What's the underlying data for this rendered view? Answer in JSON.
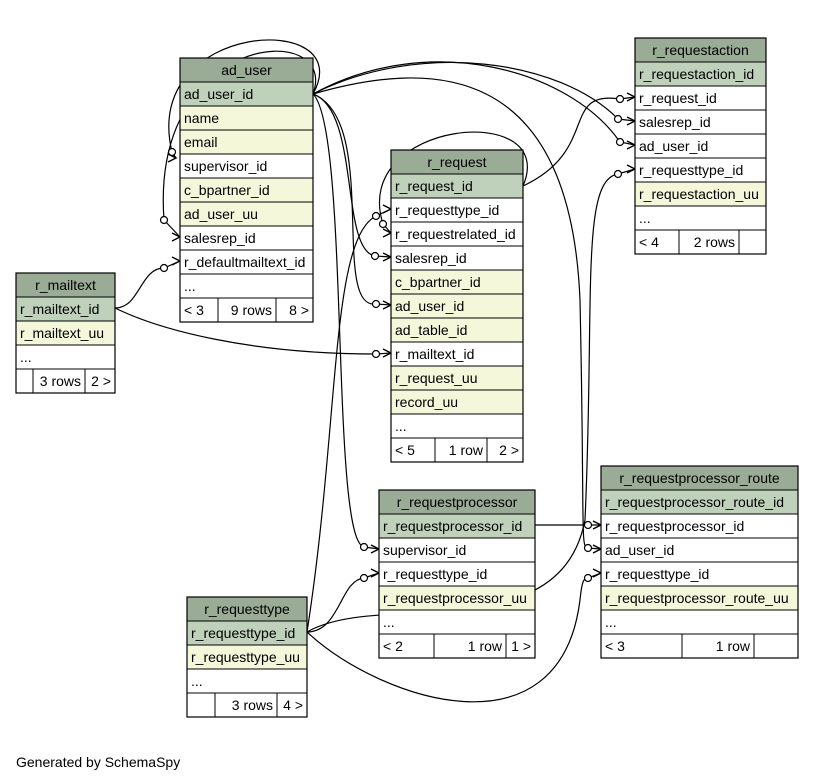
{
  "colors": {
    "header": "#9aab96",
    "pk": "#bfd1bb",
    "indexed": "#f4f7da",
    "plain": "#ffffff",
    "border": "#000000"
  },
  "footer": "Generated by SchemaSpy",
  "tables": [
    {
      "id": "ad_user",
      "name": "ad_user",
      "columns": [
        {
          "name": "ad_user_id",
          "kind": "pk"
        },
        {
          "name": "name",
          "kind": "indexed"
        },
        {
          "name": "email",
          "kind": "indexed"
        },
        {
          "name": "supervisor_id",
          "kind": "plain"
        },
        {
          "name": "c_bpartner_id",
          "kind": "indexed"
        },
        {
          "name": "ad_user_uu",
          "kind": "indexed"
        },
        {
          "name": "salesrep_id",
          "kind": "plain"
        },
        {
          "name": "r_defaultmailtext_id",
          "kind": "plain"
        },
        {
          "name": "...",
          "kind": "plain"
        }
      ],
      "footer": [
        "< 3",
        "9 rows",
        "8 >"
      ]
    },
    {
      "id": "r_requestaction",
      "name": "r_requestaction",
      "columns": [
        {
          "name": "r_requestaction_id",
          "kind": "pk"
        },
        {
          "name": "r_request_id",
          "kind": "plain"
        },
        {
          "name": "salesrep_id",
          "kind": "plain"
        },
        {
          "name": "ad_user_id",
          "kind": "plain"
        },
        {
          "name": "r_requesttype_id",
          "kind": "plain"
        },
        {
          "name": "r_requestaction_uu",
          "kind": "indexed"
        },
        {
          "name": "...",
          "kind": "plain"
        }
      ],
      "footer": [
        "< 4",
        "2 rows",
        ""
      ]
    },
    {
      "id": "r_request",
      "name": "r_request",
      "columns": [
        {
          "name": "r_request_id",
          "kind": "pk"
        },
        {
          "name": "r_requesttype_id",
          "kind": "plain"
        },
        {
          "name": "r_requestrelated_id",
          "kind": "plain"
        },
        {
          "name": "salesrep_id",
          "kind": "plain"
        },
        {
          "name": "c_bpartner_id",
          "kind": "indexed"
        },
        {
          "name": "ad_user_id",
          "kind": "indexed"
        },
        {
          "name": "ad_table_id",
          "kind": "indexed"
        },
        {
          "name": "r_mailtext_id",
          "kind": "plain"
        },
        {
          "name": "r_request_uu",
          "kind": "indexed"
        },
        {
          "name": "record_uu",
          "kind": "indexed"
        },
        {
          "name": "...",
          "kind": "plain"
        }
      ],
      "footer": [
        "< 5",
        "1 row",
        "2 >"
      ]
    },
    {
      "id": "r_mailtext",
      "name": "r_mailtext",
      "columns": [
        {
          "name": "r_mailtext_id",
          "kind": "pk"
        },
        {
          "name": "r_mailtext_uu",
          "kind": "indexed"
        },
        {
          "name": "...",
          "kind": "plain"
        }
      ],
      "footer": [
        "",
        "3 rows",
        "2 >"
      ]
    },
    {
      "id": "r_requestprocessor",
      "name": "r_requestprocessor",
      "columns": [
        {
          "name": "r_requestprocessor_id",
          "kind": "pk"
        },
        {
          "name": "supervisor_id",
          "kind": "plain"
        },
        {
          "name": "r_requesttype_id",
          "kind": "plain"
        },
        {
          "name": "r_requestprocessor_uu",
          "kind": "indexed"
        },
        {
          "name": "...",
          "kind": "plain"
        }
      ],
      "footer": [
        "< 2",
        "1 row",
        "1 >"
      ]
    },
    {
      "id": "r_requestprocessor_route",
      "name": "r_requestprocessor_route",
      "columns": [
        {
          "name": "r_requestprocessor_route_id",
          "kind": "pk"
        },
        {
          "name": "r_requestprocessor_id",
          "kind": "plain"
        },
        {
          "name": "ad_user_id",
          "kind": "plain"
        },
        {
          "name": "r_requesttype_id",
          "kind": "plain"
        },
        {
          "name": "r_requestprocessor_route_uu",
          "kind": "indexed"
        },
        {
          "name": "...",
          "kind": "plain"
        }
      ],
      "footer": [
        "< 3",
        "1 row",
        ""
      ]
    },
    {
      "id": "r_requesttype",
      "name": "r_requesttype",
      "columns": [
        {
          "name": "r_requesttype_id",
          "kind": "pk"
        },
        {
          "name": "r_requesttype_uu",
          "kind": "indexed"
        },
        {
          "name": "...",
          "kind": "plain"
        }
      ],
      "footer": [
        "",
        "3 rows",
        "4 >"
      ]
    }
  ],
  "relationships": [
    {
      "from": "ad_user.supervisor_id",
      "to": "ad_user.ad_user_id"
    },
    {
      "from": "ad_user.salesrep_id",
      "to": "ad_user.ad_user_id"
    },
    {
      "from": "ad_user.r_defaultmailtext_id",
      "to": "r_mailtext.r_mailtext_id"
    },
    {
      "from": "r_requestaction.r_request_id",
      "to": "r_request.r_request_id"
    },
    {
      "from": "r_requestaction.salesrep_id",
      "to": "ad_user.ad_user_id"
    },
    {
      "from": "r_requestaction.ad_user_id",
      "to": "ad_user.ad_user_id"
    },
    {
      "from": "r_requestaction.r_requesttype_id",
      "to": "r_requesttype.r_requesttype_id"
    },
    {
      "from": "r_request.r_requesttype_id",
      "to": "r_requesttype.r_requesttype_id"
    },
    {
      "from": "r_request.r_requestrelated_id",
      "to": "r_request.r_request_id"
    },
    {
      "from": "r_request.salesrep_id",
      "to": "ad_user.ad_user_id"
    },
    {
      "from": "r_request.ad_user_id",
      "to": "ad_user.ad_user_id"
    },
    {
      "from": "r_request.r_mailtext_id",
      "to": "r_mailtext.r_mailtext_id"
    },
    {
      "from": "r_requestprocessor.supervisor_id",
      "to": "ad_user.ad_user_id"
    },
    {
      "from": "r_requestprocessor.r_requesttype_id",
      "to": "r_requesttype.r_requesttype_id"
    },
    {
      "from": "r_requestprocessor_route.r_requestprocessor_id",
      "to": "r_requestprocessor.r_requestprocessor_id"
    },
    {
      "from": "r_requestprocessor_route.ad_user_id",
      "to": "ad_user.ad_user_id"
    },
    {
      "from": "r_requestprocessor_route.r_requesttype_id",
      "to": "r_requesttype.r_requesttype_id"
    }
  ]
}
